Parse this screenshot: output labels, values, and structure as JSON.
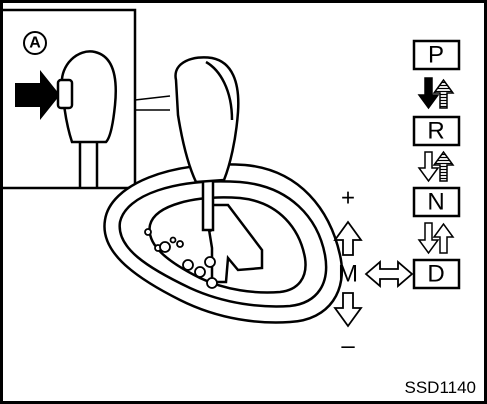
{
  "figure": {
    "code": "SSD1140",
    "inset_marker": "A",
    "gear_positions": [
      "P",
      "R",
      "N",
      "D"
    ],
    "manual_mode_label": "M",
    "plus_sign": "+",
    "minus_sign": "–"
  },
  "icons": {
    "press_button_arrow": "right-filled-arrow",
    "p_to_r": "down-filled-arrow",
    "r_to_p": "up-hatched-arrow",
    "r_to_n": "down-outline-arrow",
    "n_to_r": "up-hatched-arrow",
    "n_to_d": "down-outline-arrow",
    "d_to_n": "up-outline-arrow",
    "d_to_m": "left-right-outline-arrow",
    "m_up": "up-outline-arrow",
    "m_down": "down-outline-arrow"
  }
}
